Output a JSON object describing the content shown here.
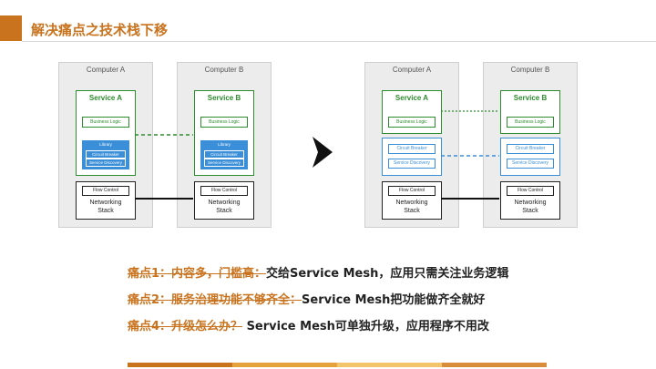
{
  "header": {
    "title": "解决痛点之技术栈下移"
  },
  "left_diagram": {
    "computer_a": {
      "label": "Computer A",
      "service": "Service A",
      "business": "Business Logic",
      "library": "Library",
      "circuit": "Circuit Breaker",
      "discovery": "Service Discovery",
      "flow": "Flow Control",
      "stack_line1": "Networking",
      "stack_line2": "Stack"
    },
    "computer_b": {
      "label": "Computer B",
      "service": "Service B",
      "business": "Business Logic",
      "library": "Library",
      "circuit": "Circuit Breaker",
      "discovery": "Service Discovery",
      "flow": "Flow Control",
      "stack_line1": "Networking",
      "stack_line2": "Stack"
    }
  },
  "right_diagram": {
    "computer_a": {
      "label": "Computer A",
      "service": "Service A",
      "business": "Business Logic",
      "circuit": "Circuit Breaker",
      "discovery": "Service Discovery",
      "flow": "Flow Control",
      "stack_line1": "Networking",
      "stack_line2": "Stack"
    },
    "computer_b": {
      "label": "Computer B",
      "service": "Service B",
      "business": "Business Logic",
      "circuit": "Circuit Breaker",
      "discovery": "Service Discovery",
      "flow": "Flow Control",
      "stack_line1": "Networking",
      "stack_line2": "Stack"
    }
  },
  "bullets": [
    {
      "pain": "痛点1：内容多，门槛高：",
      "solution": "交给Service Mesh，应用只需关注业务逻辑"
    },
    {
      "pain": "痛点2：服务治理功能不够齐全：",
      "solution": "Service Mesh把功能做齐全就好"
    },
    {
      "pain": "痛点4：升级怎么办？",
      "solution": " Service Mesh可单独升级，应用程序不用改"
    }
  ],
  "colors": {
    "accent": "#c9731f",
    "green": "#2e8b2e",
    "blue": "#3a8fd8",
    "footer": [
      "#c9731f",
      "#e6a23c",
      "#f2c46b",
      "#d98c3a"
    ]
  }
}
